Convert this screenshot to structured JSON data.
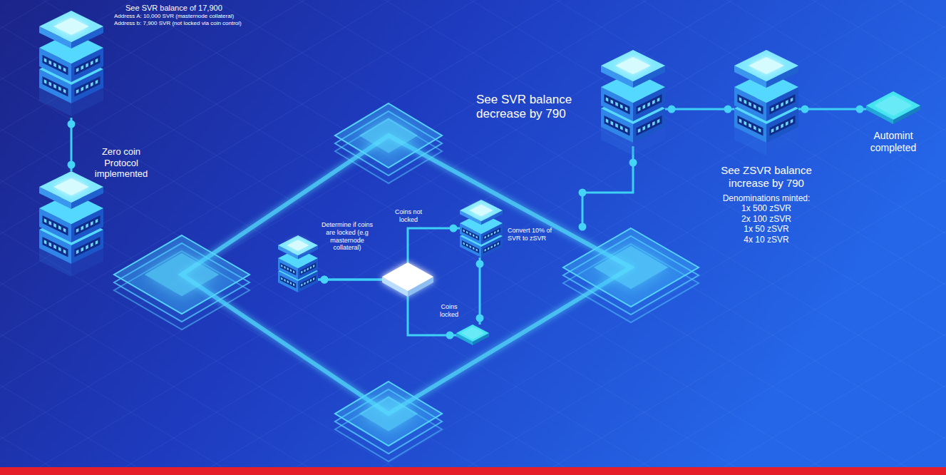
{
  "diagram": {
    "nodes": [
      {
        "text": [
          "See SVR balance of 17,900",
          "Address A: 10,000 SVR (masternode collateral)",
          "Address b: 7,900 SVR (not locked via coin control)"
        ]
      },
      {
        "text": [
          "Zero coin Protocol implemented"
        ]
      },
      {
        "text": [
          "Determine if coins are locked (e.g masternode collateral)"
        ]
      },
      {
        "text": [
          "Convert 10% of SVR to zSVR"
        ]
      },
      {
        "text": [
          "Coins locked"
        ]
      },
      {
        "text": [
          "See SVR balance decrease by 790"
        ]
      },
      {
        "text": [
          "See ZSVR balance increase by 790",
          "Denominations minted:",
          "1x 500 zSVR",
          "2x 100 zSVR",
          "1x 50 zSVR",
          "4x 10 zSVR"
        ]
      },
      {
        "text": [
          "Automint completed"
        ]
      }
    ],
    "edges": [
      {
        "from": 0,
        "to": 1,
        "arrow": "none"
      },
      {
        "from": 2,
        "to": 3,
        "label": "Coins not locked",
        "arrow": "none"
      },
      {
        "from": 2,
        "to": 4,
        "arrow": "none"
      },
      {
        "from": 3,
        "to": 4,
        "arrow": "none"
      },
      {
        "from": 5,
        "to": 6,
        "arrow": "none"
      },
      {
        "from": 6,
        "to": 7,
        "arrow": "none"
      }
    ]
  }
}
